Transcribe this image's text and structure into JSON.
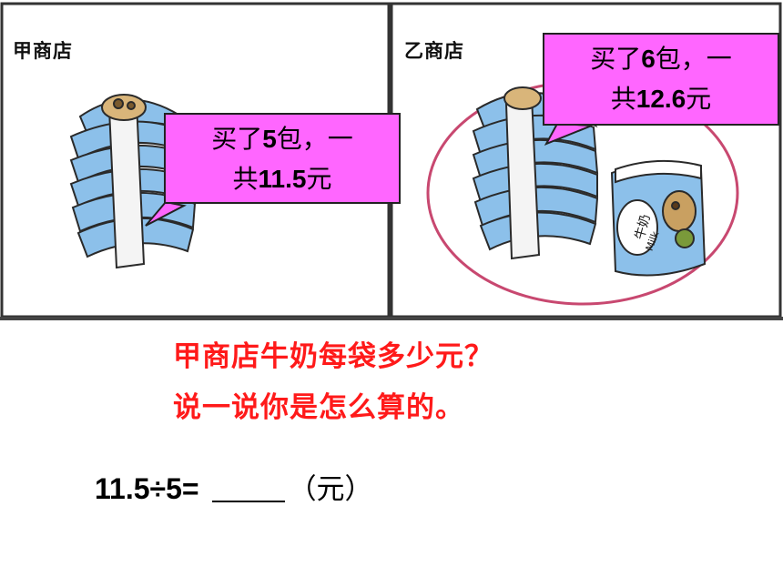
{
  "panels": {
    "left": {
      "label": "甲商店",
      "bubble_line1_pre": "买了",
      "bubble_line1_num": "5",
      "bubble_line1_post": "包，一",
      "bubble_line2_pre": "共",
      "bubble_line2_num": "11.5",
      "bubble_line2_post": "元"
    },
    "right": {
      "label": "乙商店",
      "bubble_line1_pre": "买了",
      "bubble_line1_num": "6",
      "bubble_line1_post": "包，一",
      "bubble_line2_pre": "共",
      "bubble_line2_num": "12.6",
      "bubble_line2_post": "元"
    },
    "carton_text": "牛奶",
    "carton_text_en": "Milk"
  },
  "question": {
    "line1": "甲商店牛奶每袋多少元？",
    "line2": "说一说你是怎么算的。"
  },
  "equation": {
    "expression": "11.5÷5=",
    "unit": "（元）"
  },
  "colors": {
    "bubble": "#ff66ff",
    "question": "#ff1a1a",
    "packet": "#8cc0ea",
    "circle": "#c84870"
  }
}
